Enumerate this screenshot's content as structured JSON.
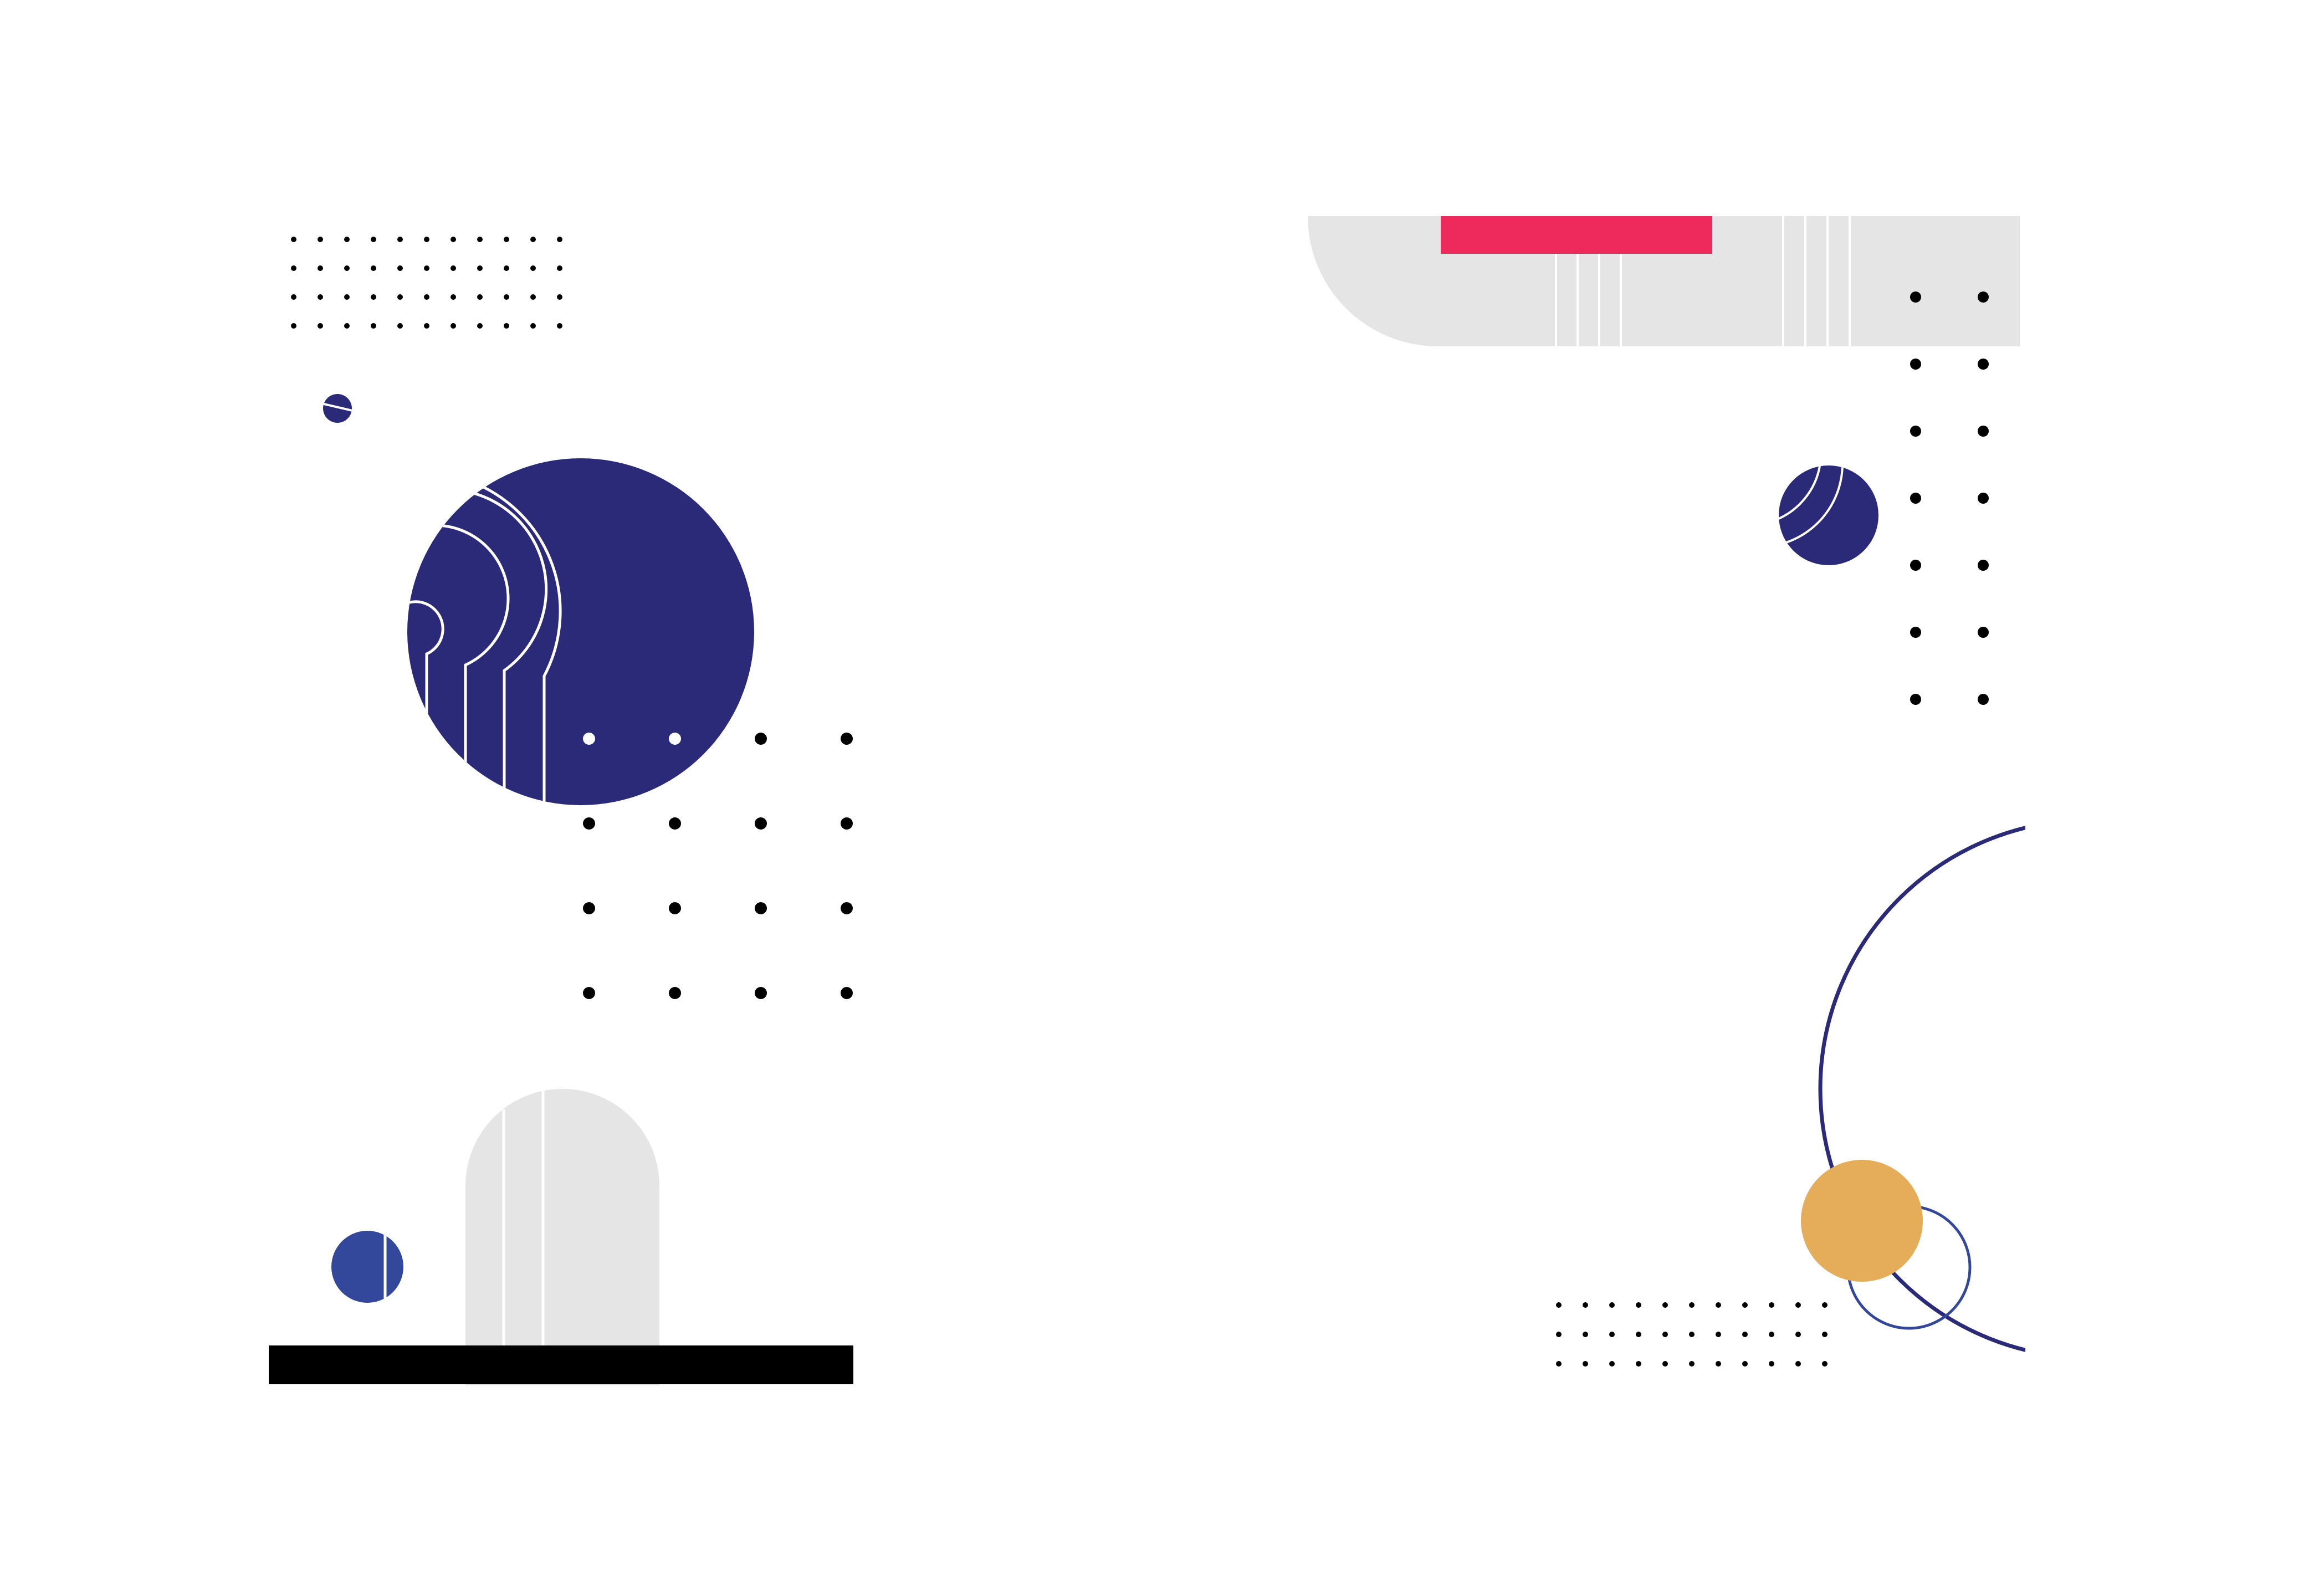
{
  "palette": {
    "background": "#ffffff",
    "navy": "#2b2a78",
    "royal_blue": "#33479b",
    "light_gray": "#e5e5e5",
    "pink_red": "#ee2a5c",
    "mustard": "#e5ad5a",
    "black": "#000000",
    "white": "#ffffff"
  },
  "shapes": {
    "left_small_dots": {
      "columns": 11,
      "rows": 4
    },
    "left_large_dots": {
      "columns": 4,
      "rows": 4
    },
    "right_dots_column": {
      "columns": 2,
      "rows": 7
    },
    "right_small_dots": {
      "columns": 11,
      "rows": 3
    },
    "large_circle_arc_lines": 4,
    "gray_banner_line_groups": 2
  }
}
